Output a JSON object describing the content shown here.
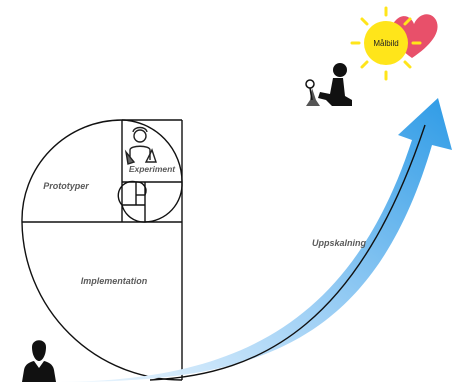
{
  "labels": {
    "goal": "Målbild",
    "experiment": "Experiment",
    "prototypes": "Prototyper",
    "implementation": "Implementation",
    "scaling": "Uppskalning"
  },
  "colors": {
    "arrow_light": "#d8ecfb",
    "arrow_dark": "#2e9be6",
    "sun": "#ffe51a",
    "heart": "#e8506a",
    "line": "#111111"
  },
  "icons": [
    "gardener-icon",
    "scientist-icon",
    "businessman-icon",
    "sun-icon",
    "heart-icon"
  ]
}
